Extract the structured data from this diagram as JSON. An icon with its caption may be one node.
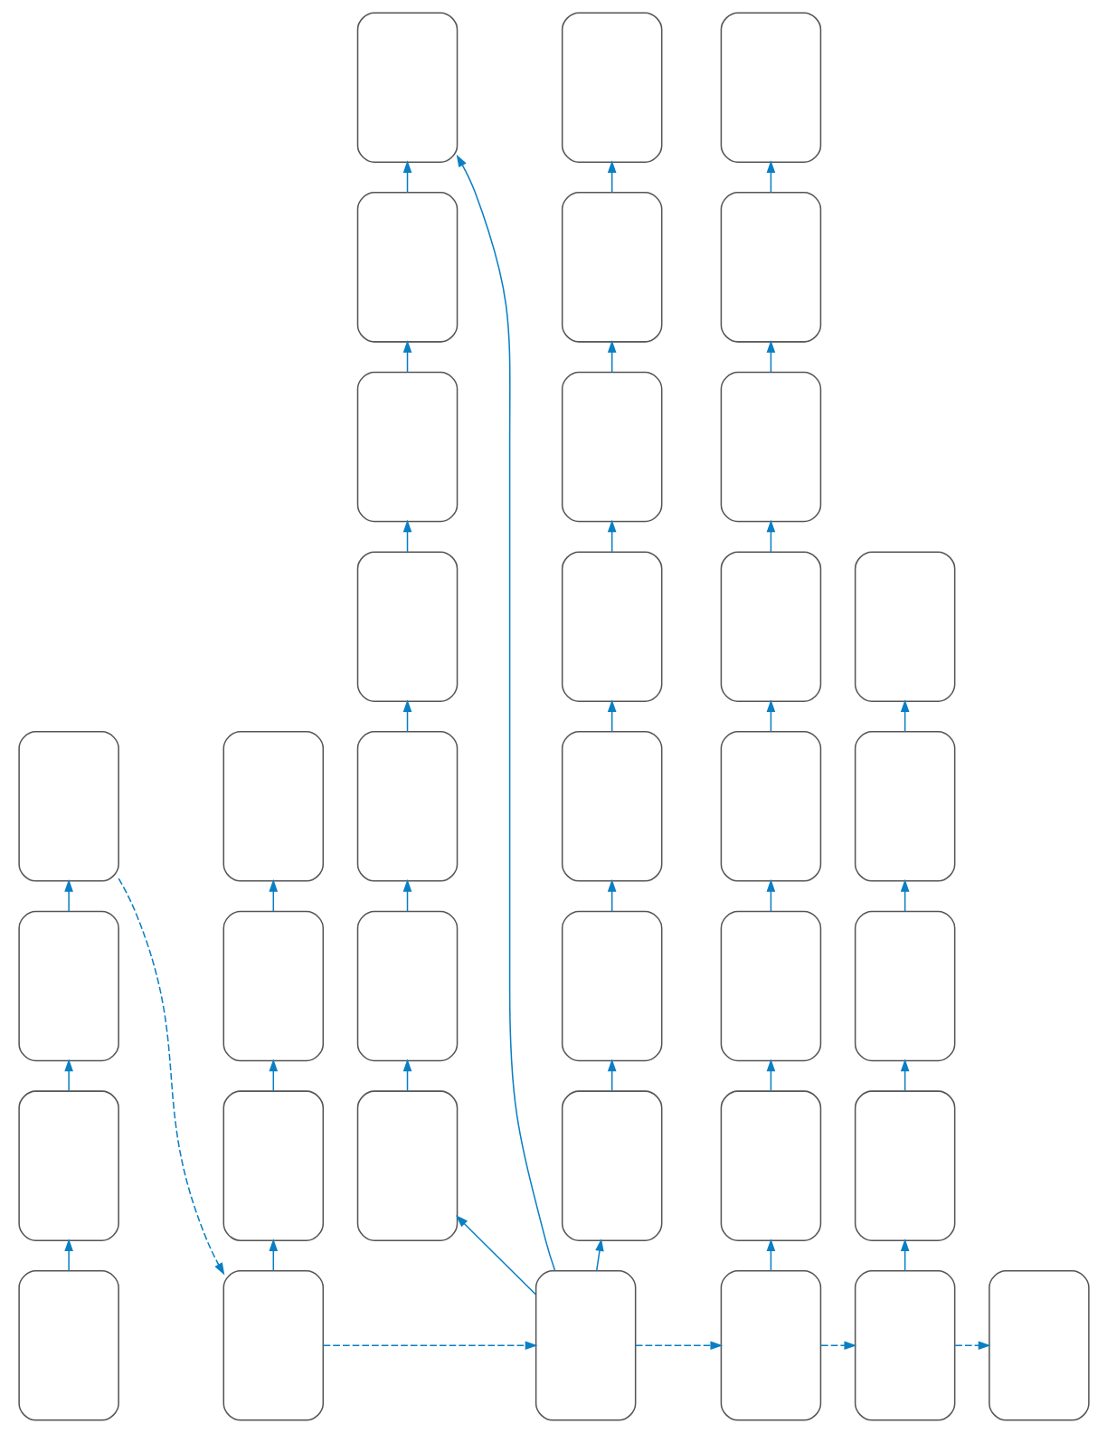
{
  "diagram": {
    "nodes": [
      {
        "text": [],
        "shape": "box"
      },
      {
        "text": [],
        "shape": "box"
      },
      {
        "text": [],
        "shape": "box"
      },
      {
        "text": [],
        "shape": "box"
      },
      {
        "text": [],
        "shape": "box"
      },
      {
        "text": [],
        "shape": "box"
      },
      {
        "text": [],
        "shape": "box"
      },
      {
        "text": [],
        "shape": "box"
      },
      {
        "text": [],
        "shape": "box"
      },
      {
        "text": [],
        "shape": "box"
      },
      {
        "text": [],
        "shape": "box"
      },
      {
        "text": [],
        "shape": "box"
      },
      {
        "text": [],
        "shape": "box"
      },
      {
        "text": [],
        "shape": "box"
      },
      {
        "text": [],
        "shape": "box"
      },
      {
        "text": [],
        "shape": "box"
      },
      {
        "text": [],
        "shape": "box"
      },
      {
        "text": [],
        "shape": "box"
      },
      {
        "text": [],
        "shape": "box"
      },
      {
        "text": [],
        "shape": "box"
      },
      {
        "text": [],
        "shape": "box"
      },
      {
        "text": [],
        "shape": "box"
      },
      {
        "text": [],
        "shape": "box"
      },
      {
        "text": [],
        "shape": "box"
      },
      {
        "text": [],
        "shape": "box"
      },
      {
        "text": [],
        "shape": "box"
      },
      {
        "text": [],
        "shape": "box"
      },
      {
        "text": [],
        "shape": "box"
      },
      {
        "text": [],
        "shape": "box"
      },
      {
        "text": [],
        "shape": "box"
      },
      {
        "text": [],
        "shape": "box"
      },
      {
        "text": [],
        "shape": "box"
      },
      {
        "text": [],
        "shape": "box"
      },
      {
        "text": [],
        "shape": "box"
      },
      {
        "text": [],
        "shape": "box"
      },
      {
        "text": [],
        "shape": "box"
      },
      {
        "text": [],
        "shape": "box"
      }
    ],
    "edges": [
      {
        "from": 0,
        "to": 1,
        "arrow": "to"
      },
      {
        "from": 1,
        "to": 2,
        "arrow": "to"
      },
      {
        "from": 2,
        "to": 3,
        "arrow": "to"
      },
      {
        "from": 3,
        "to": 4,
        "arrow": "to",
        "style": "dashed"
      },
      {
        "from": 4,
        "to": 5,
        "arrow": "to"
      },
      {
        "from": 5,
        "to": 6,
        "arrow": "to"
      },
      {
        "from": 6,
        "to": 7,
        "arrow": "to"
      },
      {
        "from": 4,
        "to": 8,
        "arrow": "to",
        "style": "dashed"
      },
      {
        "from": 8,
        "to": 9,
        "arrow": "to"
      },
      {
        "from": 9,
        "to": 10,
        "arrow": "to"
      },
      {
        "from": 10,
        "to": 11,
        "arrow": "to"
      },
      {
        "from": 11,
        "to": 12,
        "arrow": "to"
      },
      {
        "from": 12,
        "to": 13,
        "arrow": "to"
      },
      {
        "from": 13,
        "to": 14,
        "arrow": "to"
      },
      {
        "from": 14,
        "to": 15,
        "arrow": "to"
      },
      {
        "from": 8,
        "to": 15,
        "arrow": "to"
      },
      {
        "from": 8,
        "to": 16,
        "arrow": "to"
      },
      {
        "from": 16,
        "to": 17,
        "arrow": "to"
      },
      {
        "from": 17,
        "to": 18,
        "arrow": "to"
      },
      {
        "from": 18,
        "to": 19,
        "arrow": "to"
      },
      {
        "from": 19,
        "to": 20,
        "arrow": "to"
      },
      {
        "from": 20,
        "to": 21,
        "arrow": "to"
      },
      {
        "from": 21,
        "to": 22,
        "arrow": "to"
      },
      {
        "from": 8,
        "to": 23,
        "arrow": "to",
        "style": "dashed"
      },
      {
        "from": 23,
        "to": 24,
        "arrow": "to"
      },
      {
        "from": 24,
        "to": 25,
        "arrow": "to"
      },
      {
        "from": 25,
        "to": 26,
        "arrow": "to"
      },
      {
        "from": 26,
        "to": 27,
        "arrow": "to"
      },
      {
        "from": 27,
        "to": 28,
        "arrow": "to"
      },
      {
        "from": 28,
        "to": 29,
        "arrow": "to"
      },
      {
        "from": 29,
        "to": 30,
        "arrow": "to"
      },
      {
        "from": 23,
        "to": 31,
        "arrow": "to",
        "style": "dashed"
      },
      {
        "from": 31,
        "to": 32,
        "arrow": "to"
      },
      {
        "from": 32,
        "to": 33,
        "arrow": "to"
      },
      {
        "from": 33,
        "to": 34,
        "arrow": "to"
      },
      {
        "from": 34,
        "to": 35,
        "arrow": "to"
      },
      {
        "from": 31,
        "to": 36,
        "arrow": "to",
        "style": "dashed"
      }
    ]
  }
}
